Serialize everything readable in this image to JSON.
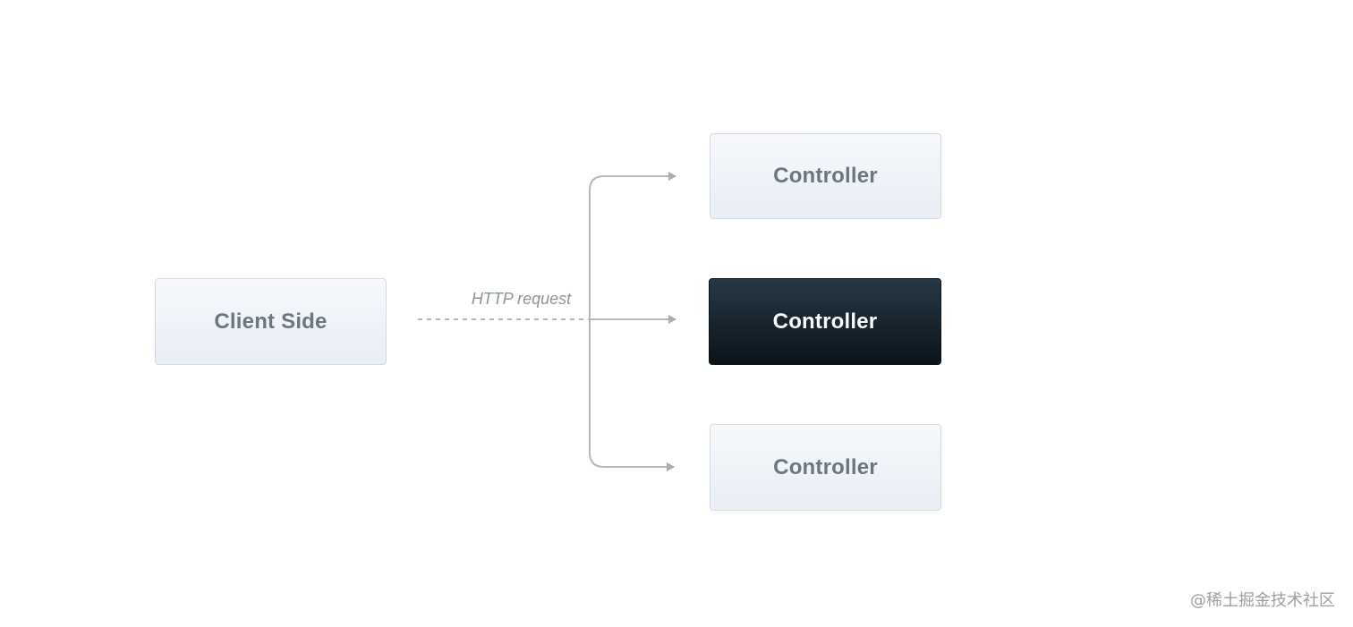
{
  "nodes": {
    "client": {
      "label": "Client Side"
    },
    "controllers": [
      {
        "label": "Controller",
        "highlighted": false
      },
      {
        "label": "Controller",
        "highlighted": true
      },
      {
        "label": "Controller",
        "highlighted": false
      }
    ]
  },
  "edge": {
    "label": "HTTP request"
  },
  "watermark": {
    "text": "@稀土掘金技术社区"
  },
  "colors": {
    "box_light_top": "#f6f8fb",
    "box_light_bottom": "#e9eef5",
    "box_dark_top": "#263846",
    "box_dark_bottom": "#0b1319",
    "connector": "#b3b9be",
    "label_text": "#6b7780"
  }
}
